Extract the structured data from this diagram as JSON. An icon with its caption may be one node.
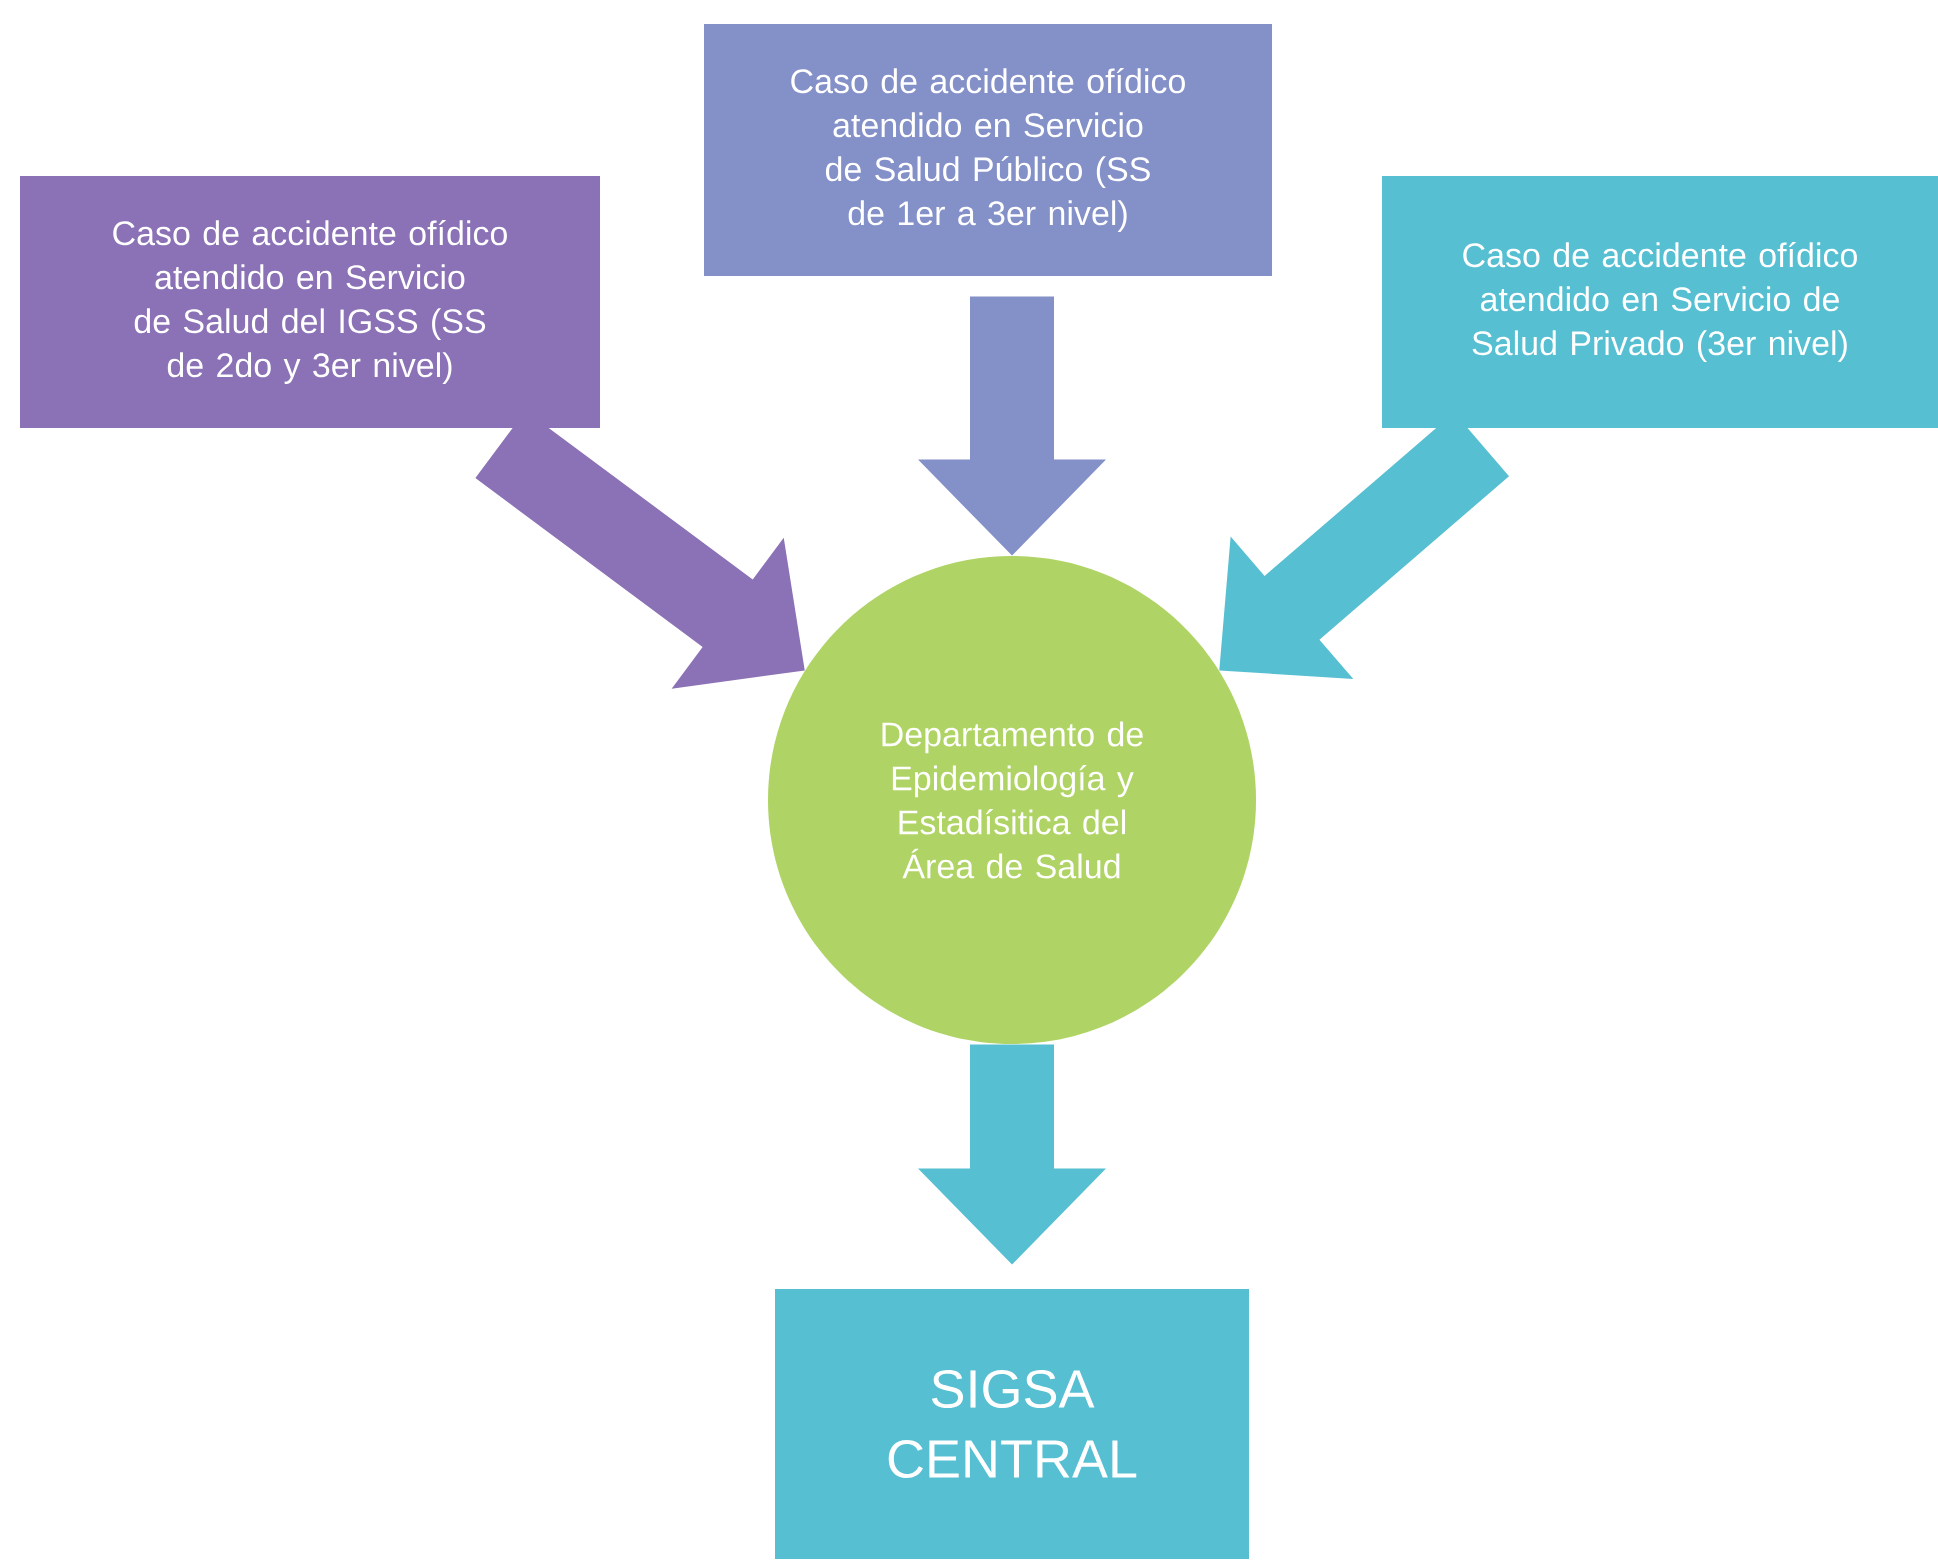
{
  "diagram": {
    "nodes": [
      {
        "text": [
          "Caso de accidente ofídico atendido en Servicio de Salud del IGSS (SS de 2do y 3er nivel)"
        ]
      },
      {
        "text": [
          "Caso de accidente ofídico atendido en Servicio de Salud Público (SS de 1er a 3er nivel)"
        ]
      },
      {
        "text": [
          "Caso de accidente ofídico atendido en Servicio de Salud Privado (3er nivel)"
        ]
      },
      {
        "text": [
          "Departamento de Epidemiología y Estadísitica del Área de Salud"
        ]
      },
      {
        "text": [
          "SIGSA CENTRAL"
        ]
      }
    ],
    "edges": [
      {
        "from": 0,
        "to": 3,
        "arrow": "to",
        "color": "#8b71b5"
      },
      {
        "from": 1,
        "to": 3,
        "arrow": "to",
        "color": "#8490c8"
      },
      {
        "from": 2,
        "to": 3,
        "arrow": "to",
        "color": "#57bfd2"
      },
      {
        "from": 3,
        "to": 4,
        "arrow": "to",
        "color": "#57bfd2"
      }
    ]
  }
}
